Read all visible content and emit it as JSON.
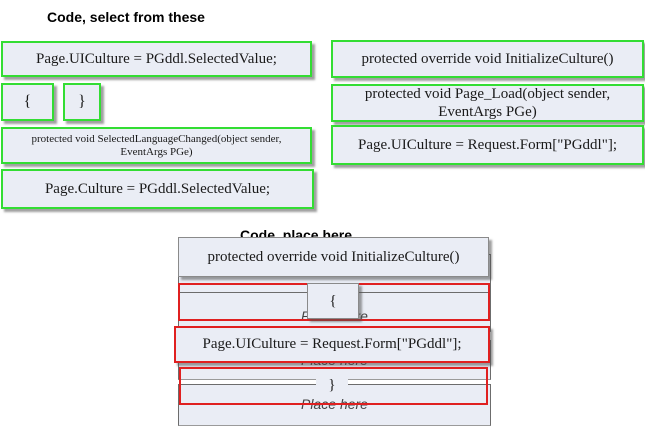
{
  "source_heading": "Code, select from these",
  "target_heading": "Code, place here",
  "source_blocks": [
    "Page.UICulture = PGddl.SelectedValue;",
    "{",
    "}",
    "protected void SelectedLanguageChanged(object sender, EventArgs PGe)",
    "Page.Culture = PGddl.SelectedValue;",
    "protected override void InitializeCulture()",
    "protected void Page_Load(object sender, EventArgs PGe)",
    "Page.UICulture = Request.Form[\"PGddl\"];"
  ],
  "slot_placeholder": "Place here",
  "placed_blocks": [
    "protected override void InitializeCulture()",
    "{",
    "Page.UICulture = Request.Form[\"PGddl\"];",
    "}"
  ],
  "colors": {
    "block_bg": "#eaedf5",
    "available_border": "#33dd33",
    "slot_highlight": "#e02020"
  }
}
